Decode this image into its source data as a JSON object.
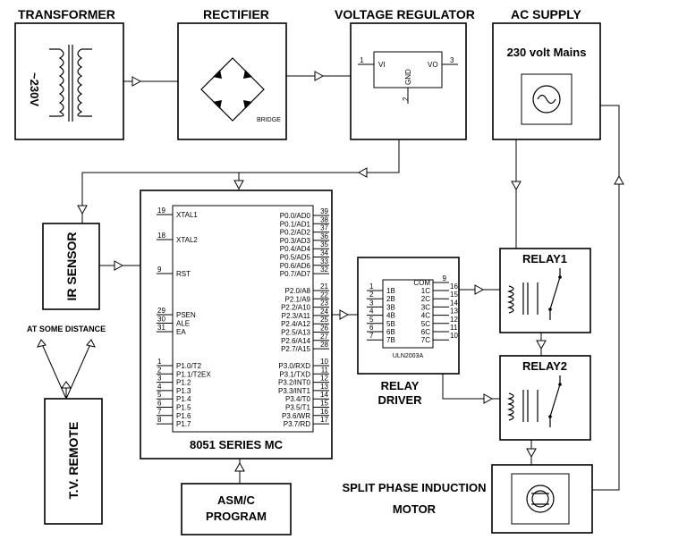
{
  "blocks": {
    "transformer": {
      "title": "TRANSFORMER",
      "voltage": "~230V"
    },
    "rectifier": {
      "title": "RECTIFIER",
      "label": "BRIDGE"
    },
    "regulator": {
      "title": "VOLTAGE REGULATOR",
      "vi": "VI",
      "vo": "VO",
      "gnd": "GND",
      "pin_in": "1",
      "pin_out": "3",
      "pin_gnd": "2"
    },
    "ac_supply": {
      "title": "AC SUPPLY",
      "label": "230 volt Mains"
    },
    "ir_sensor": {
      "label": "IR SENSOR",
      "note": "AT SOME DISTANCE"
    },
    "tv_remote": {
      "label": "T.V. REMOTE"
    },
    "mcu": {
      "title": "8051 SERIES MC",
      "left_top": [
        {
          "num": "19",
          "name": "XTAL1"
        },
        {
          "num": "18",
          "name": "XTAL2"
        },
        {
          "num": "9",
          "name": "RST"
        }
      ],
      "left_mid": [
        {
          "num": "29",
          "name": "PSEN"
        },
        {
          "num": "30",
          "name": "ALE"
        },
        {
          "num": "31",
          "name": "EA"
        }
      ],
      "left_p1": [
        {
          "num": "1",
          "name": "P1.0/T2"
        },
        {
          "num": "2",
          "name": "P1.1/T2EX"
        },
        {
          "num": "3",
          "name": "P1.2"
        },
        {
          "num": "4",
          "name": "P1.3"
        },
        {
          "num": "5",
          "name": "P1.4"
        },
        {
          "num": "6",
          "name": "P1.5"
        },
        {
          "num": "7",
          "name": "P1.6"
        },
        {
          "num": "8",
          "name": "P1.7"
        }
      ],
      "right_p0": [
        {
          "num": "39",
          "name": "P0.0/AD0"
        },
        {
          "num": "38",
          "name": "P0.1/AD1"
        },
        {
          "num": "37",
          "name": "P0.2/AD2"
        },
        {
          "num": "36",
          "name": "P0.3/AD3"
        },
        {
          "num": "35",
          "name": "P0.4/AD4"
        },
        {
          "num": "34",
          "name": "P0.5/AD5"
        },
        {
          "num": "33",
          "name": "P0.6/AD6"
        },
        {
          "num": "32",
          "name": "P0.7/AD7"
        }
      ],
      "right_p2": [
        {
          "num": "21",
          "name": "P2.0/A8"
        },
        {
          "num": "22",
          "name": "P2.1/A9"
        },
        {
          "num": "23",
          "name": "P2.2/A10"
        },
        {
          "num": "24",
          "name": "P2.3/A11"
        },
        {
          "num": "25",
          "name": "P2.4/A12"
        },
        {
          "num": "26",
          "name": "P2.5/A13"
        },
        {
          "num": "27",
          "name": "P2.6/A14"
        },
        {
          "num": "28",
          "name": "P2.7/A15"
        }
      ],
      "right_p3": [
        {
          "num": "10",
          "name": "P3.0/RXD"
        },
        {
          "num": "11",
          "name": "P3.1/TXD"
        },
        {
          "num": "12",
          "name": "P3.2/INT0"
        },
        {
          "num": "13",
          "name": "P3.3/INT1"
        },
        {
          "num": "14",
          "name": "P3.4/T0"
        },
        {
          "num": "15",
          "name": "P3.5/T1"
        },
        {
          "num": "16",
          "name": "P3.6/WR"
        },
        {
          "num": "17",
          "name": "P3.7/RD"
        }
      ]
    },
    "program": {
      "line1": "ASM/C",
      "line2": "PROGRAM"
    },
    "relay_driver": {
      "label_line1": "RELAY",
      "label_line2": "DRIVER",
      "chip": "ULN2003A",
      "com_name": "COM",
      "com_num": "9",
      "inputs": [
        {
          "num": "1",
          "name": "1B"
        },
        {
          "num": "2",
          "name": "2B"
        },
        {
          "num": "3",
          "name": "3B"
        },
        {
          "num": "4",
          "name": "4B"
        },
        {
          "num": "5",
          "name": "5B"
        },
        {
          "num": "6",
          "name": "6B"
        },
        {
          "num": "7",
          "name": "7B"
        }
      ],
      "outputs": [
        {
          "num": "16",
          "name": "1C"
        },
        {
          "num": "15",
          "name": "2C"
        },
        {
          "num": "14",
          "name": "3C"
        },
        {
          "num": "13",
          "name": "4C"
        },
        {
          "num": "12",
          "name": "5C"
        },
        {
          "num": "11",
          "name": "6C"
        },
        {
          "num": "10",
          "name": "7C"
        }
      ]
    },
    "relay1": {
      "label": "RELAY1"
    },
    "relay2": {
      "label": "RELAY2"
    },
    "motor": {
      "line1": "SPLIT PHASE INDUCTION",
      "line2": "MOTOR"
    }
  }
}
